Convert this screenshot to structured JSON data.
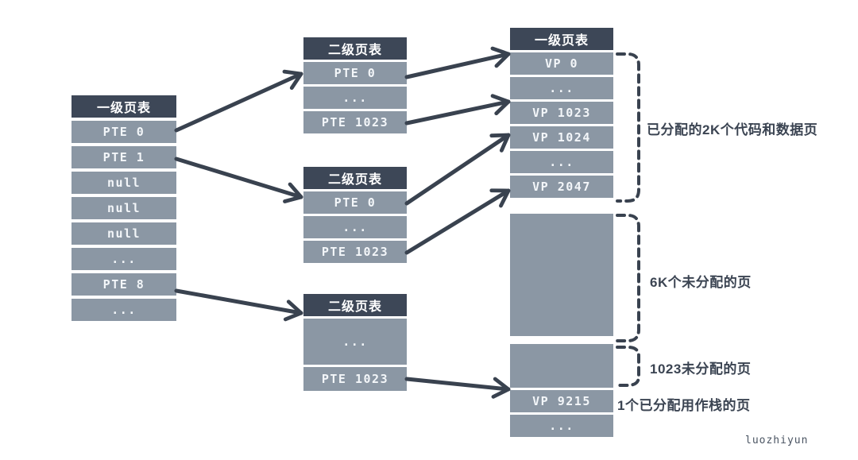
{
  "colors": {
    "cell_fill": "#8b97a4",
    "header_fill": "#3d4757",
    "arrow_stroke": "#39424f",
    "note_text": "#3b4452",
    "background": "#ffffff"
  },
  "tables": {
    "left_l1": {
      "title": "一级页表",
      "rows": [
        "PTE 0",
        "PTE 1",
        "null",
        "null",
        "null",
        "...",
        "PTE 8",
        "..."
      ]
    },
    "l2_top": {
      "title": "二级页表",
      "rows": [
        "PTE 0",
        "...",
        "PTE 1023"
      ]
    },
    "l2_mid": {
      "title": "二级页表",
      "rows": [
        "PTE 0",
        "...",
        "PTE 1023"
      ]
    },
    "l2_bottom": {
      "title": "二级页表",
      "rows": [
        "...",
        "PTE 1023"
      ]
    },
    "right_l1": {
      "title": "一级页表",
      "rows": [
        "VP 0",
        "...",
        "VP 1023",
        "VP 1024",
        "...",
        "VP 2047",
        "",
        "",
        "VP 9215",
        "..."
      ]
    }
  },
  "annotations": {
    "allocated_2k": "已分配的2K个代码和数据页",
    "unallocated_6k": "6K个未分配的页",
    "unallocated_1023": "1023未分配的页",
    "stack_1": "1个已分配用作栈的页"
  },
  "watermark": "luozhiyun"
}
